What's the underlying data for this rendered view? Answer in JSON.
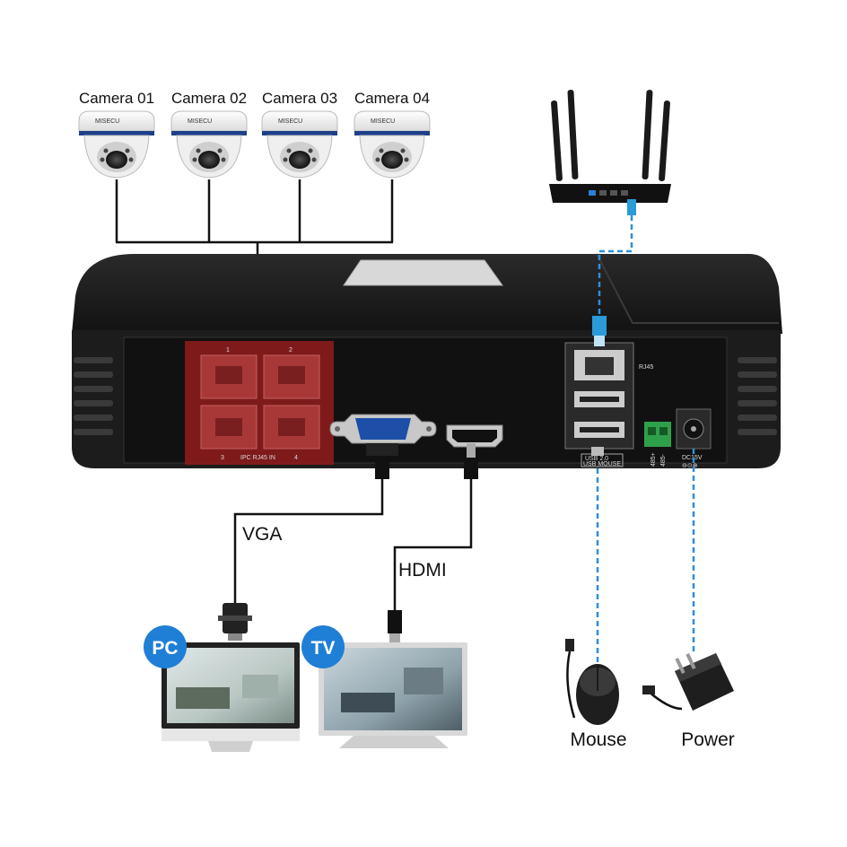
{
  "cameras": [
    {
      "label": "Camera 01",
      "brand": "MISECU"
    },
    {
      "label": "Camera 02",
      "brand": "MISECU"
    },
    {
      "label": "Camera 03",
      "brand": "MISECU"
    },
    {
      "label": "Camera 04",
      "brand": "MISECU"
    }
  ],
  "nvr": {
    "port_numbers": [
      "1",
      "2",
      "3",
      "4"
    ],
    "ipc_label": "IPC RJ45 IN",
    "rj45_label": "RJ45",
    "usb_label": "USB 2.0",
    "usb_sub_label": "USB MOUSE",
    "rs485_plus": "485+",
    "rs485_minus": "485-",
    "dc_label": "DC15V"
  },
  "connections": {
    "vga": "VGA",
    "hdmi": "HDMI"
  },
  "displays": {
    "pc_badge": "PC",
    "tv_badge": "TV"
  },
  "peripherals": {
    "mouse": "Mouse",
    "power": "Power"
  },
  "colors": {
    "link_blue": "#2e8fd8",
    "badge_blue": "#1f7fd6",
    "port_panel_red": "#8b1c1c",
    "chassis": "#1b1b1b"
  }
}
